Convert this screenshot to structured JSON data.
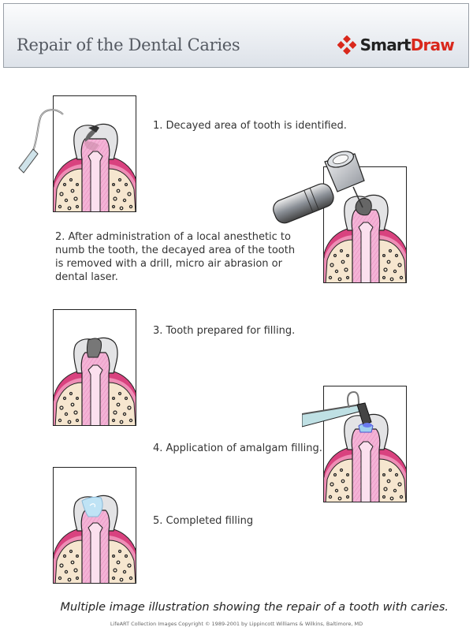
{
  "header": {
    "title": "Repair of the Dental Caries",
    "logo": {
      "part1": "Smart",
      "part2": "Draw",
      "accent_color": "#d9281c"
    }
  },
  "steps": [
    {
      "number": 1,
      "text": "1. Decayed area of tooth is identified.",
      "illustration": "tooth-with-explorer-probe"
    },
    {
      "number": 2,
      "text": "2. After administration of a local anesthetic to numb the tooth, the decayed area of the tooth is removed with a drill, micro air abrasion or dental laser.",
      "illustration": "tooth-with-dental-drill"
    },
    {
      "number": 3,
      "text": "3. Tooth prepared for filling.",
      "illustration": "tooth-prepared-cavity"
    },
    {
      "number": 4,
      "text": "4. Application of amalgam filling.",
      "illustration": "tooth-with-filling-applicator"
    },
    {
      "number": 5,
      "text": "5. Completed filling",
      "illustration": "tooth-filled"
    }
  ],
  "colors": {
    "enamel": "#e3e3e5",
    "pulp": "#f2a8cf",
    "gum": "#d9427f",
    "bone": "#f6e6cf",
    "decay": "#555",
    "filling": "#bfe3f5"
  },
  "footer": {
    "caption": "Multiple image illustration showing the repair of a tooth with caries.",
    "copyright": "LifeART Collection Images Copyright © 1989-2001 by Lippincott Williams & Wilkins, Baltimore, MD"
  }
}
